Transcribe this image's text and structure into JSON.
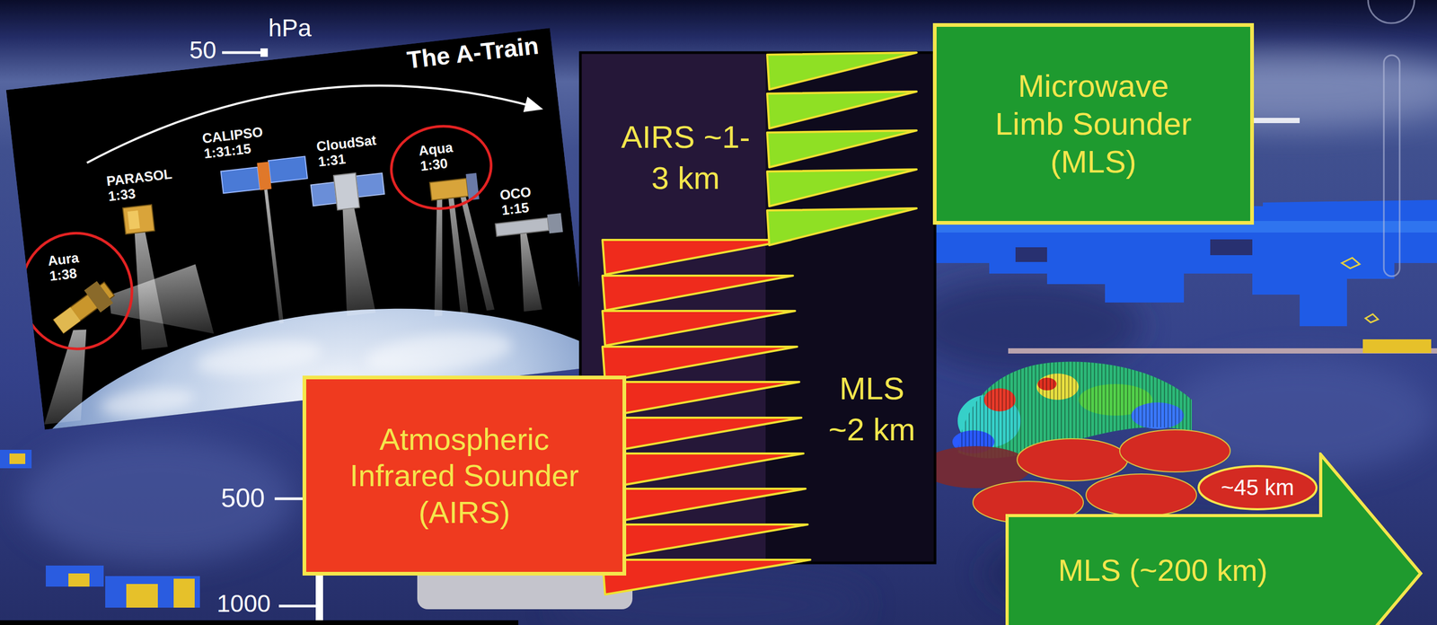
{
  "diagram": {
    "nodes": [
      {
        "text": [
          "The A-Train"
        ]
      },
      {
        "text": [
          "AIRS ~1-3 km",
          "MLS ~2 km"
        ]
      },
      {
        "text": [
          "Atmospheric Infrared Sounder (AIRS)"
        ]
      },
      {
        "text": [
          "Microwave Limb Sounder (MLS)"
        ]
      },
      {
        "text": [
          "~45 km"
        ]
      },
      {
        "text": [
          "MLS (~200 km)"
        ]
      }
    ],
    "labels": [
      "hPa",
      "50",
      "500",
      "1000",
      "Aura 1:38",
      "PARASOL 1:33",
      "CALIPSO 1:31:15",
      "CloudSat 1:31",
      "Aqua 1:30",
      "OCO 1:15"
    ]
  }
}
